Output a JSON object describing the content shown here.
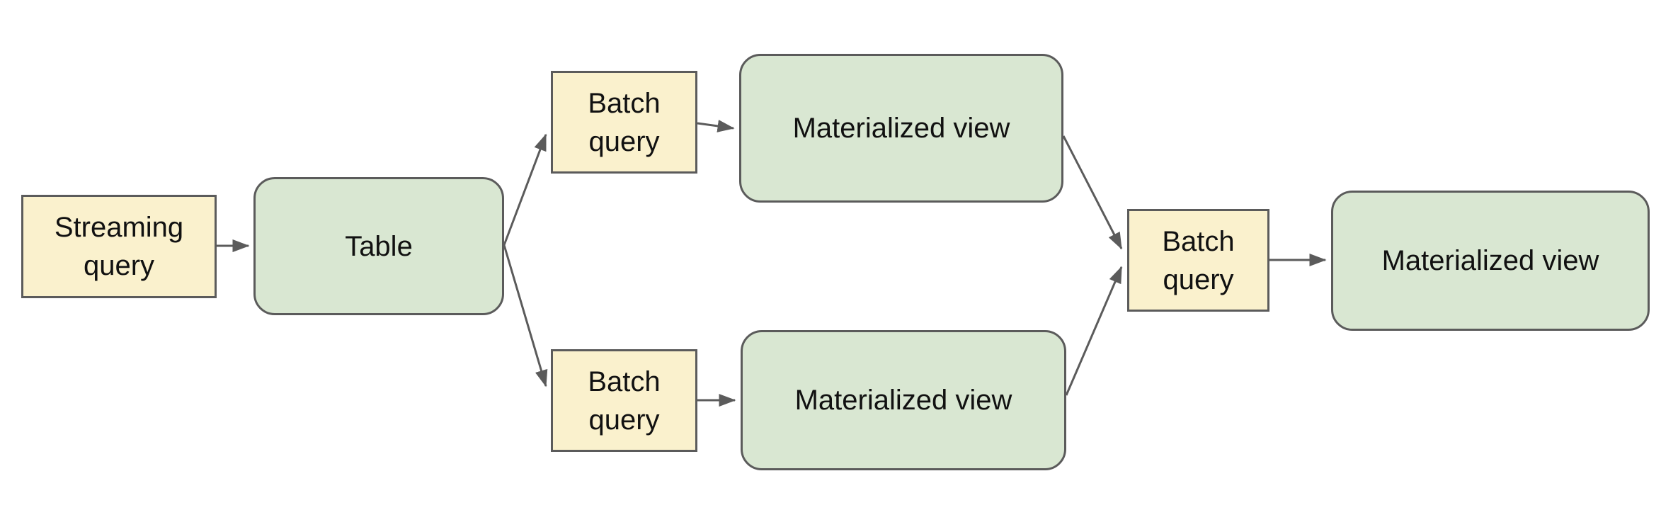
{
  "diagram": {
    "colors": {
      "query_node_fill": "#faf1cd",
      "table_node_fill": "#d9e7d2",
      "node_border": "#5b5b5b",
      "arrow": "#5b5b5b",
      "text": "#111111",
      "background": "#ffffff"
    },
    "nodes": {
      "streaming_query": {
        "label": "Streaming query",
        "type": "query"
      },
      "table": {
        "label": "Table",
        "type": "table"
      },
      "batch_query_top": {
        "label": "Batch query",
        "type": "query"
      },
      "materialized_view_top": {
        "label": "Materialized view",
        "type": "table"
      },
      "batch_query_bottom": {
        "label": "Batch query",
        "type": "query"
      },
      "materialized_view_bottom": {
        "label": "Materialized view",
        "type": "table"
      },
      "batch_query_final": {
        "label": "Batch query",
        "type": "query"
      },
      "materialized_view_final": {
        "label": "Materialized view",
        "type": "table"
      }
    },
    "edges": [
      {
        "from": "streaming_query",
        "to": "table"
      },
      {
        "from": "table",
        "to": "batch_query_top"
      },
      {
        "from": "table",
        "to": "batch_query_bottom"
      },
      {
        "from": "batch_query_top",
        "to": "materialized_view_top"
      },
      {
        "from": "batch_query_bottom",
        "to": "materialized_view_bottom"
      },
      {
        "from": "materialized_view_top",
        "to": "batch_query_final"
      },
      {
        "from": "materialized_view_bottom",
        "to": "batch_query_final"
      },
      {
        "from": "batch_query_final",
        "to": "materialized_view_final"
      }
    ]
  }
}
